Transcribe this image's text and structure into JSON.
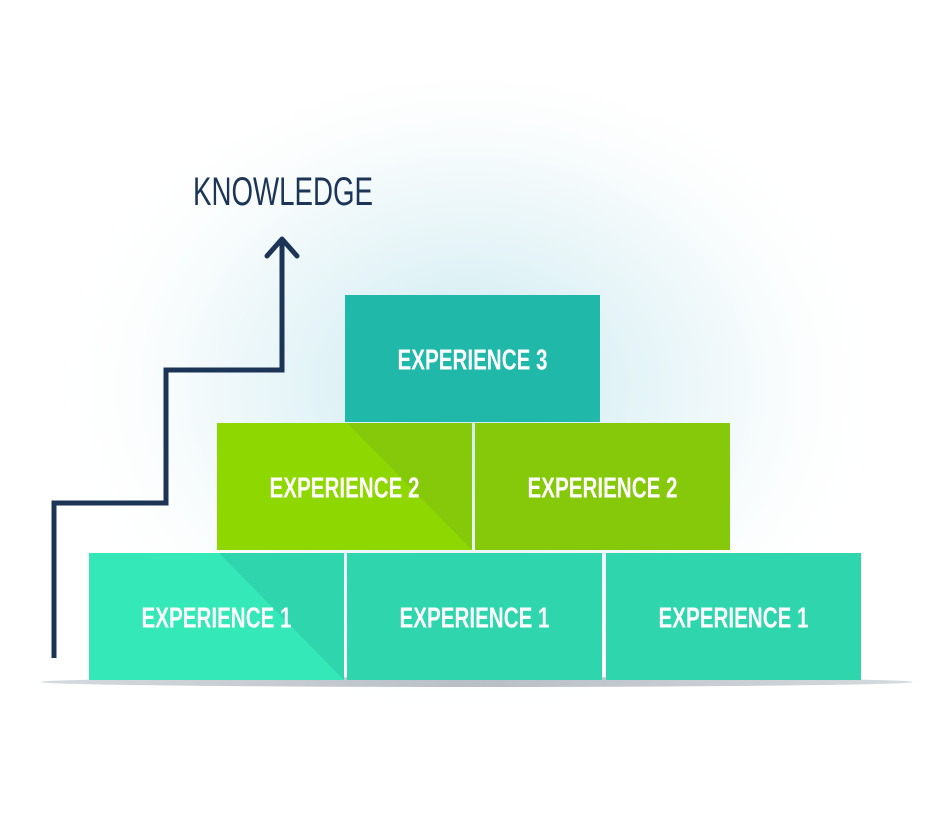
{
  "title": "KNOWLEDGE",
  "rows": [
    {
      "level": 3,
      "blocks": [
        "EXPERIENCE 3"
      ]
    },
    {
      "level": 2,
      "blocks": [
        "EXPERIENCE 2",
        "EXPERIENCE 2"
      ]
    },
    {
      "level": 1,
      "blocks": [
        "EXPERIENCE 1",
        "EXPERIENCE 1",
        "EXPERIENCE 1"
      ]
    }
  ],
  "colors": {
    "arrow": "#1c3557",
    "level3": "#20b8a8",
    "level2": "#86c80a",
    "level2_light": "#8fd700",
    "level1": "#2fd6ad",
    "level1_light": "#34e8b8",
    "text": "#ffffff"
  }
}
